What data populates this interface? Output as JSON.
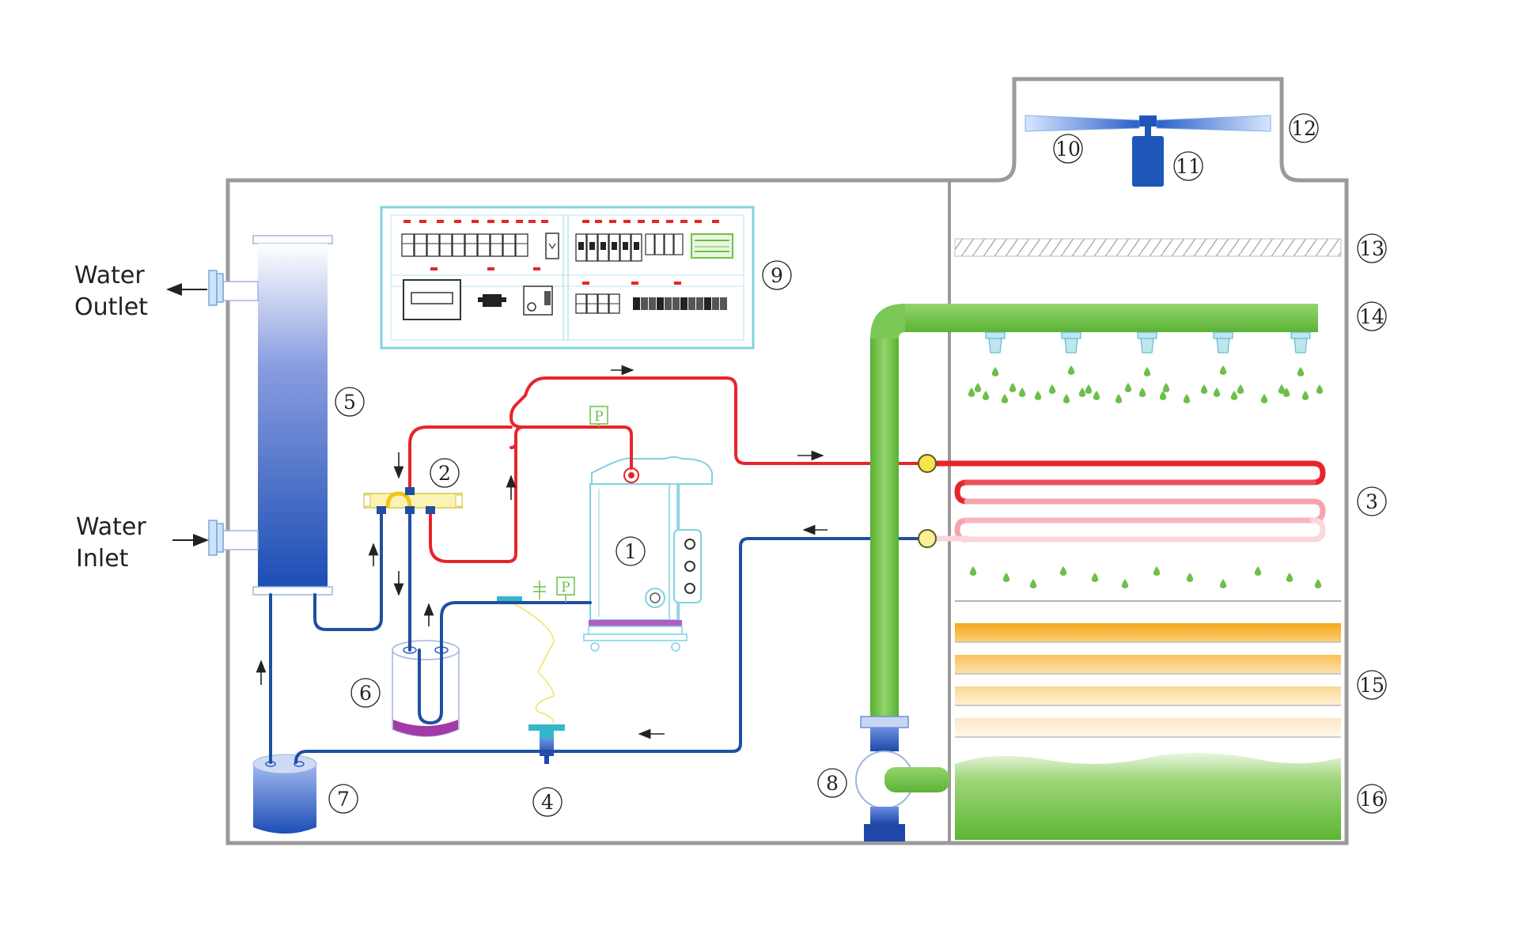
{
  "labels": {
    "water_outlet": [
      "Water",
      "Outlet"
    ],
    "water_inlet": [
      "Water",
      "Inlet"
    ],
    "pressure_symbol": "P"
  },
  "components": [
    {
      "id": "n1",
      "number": "1"
    },
    {
      "id": "n2",
      "number": "2"
    },
    {
      "id": "n3",
      "number": "3"
    },
    {
      "id": "n4",
      "number": "4"
    },
    {
      "id": "n5",
      "number": "5"
    },
    {
      "id": "n6",
      "number": "6"
    },
    {
      "id": "n7",
      "number": "7"
    },
    {
      "id": "n8",
      "number": "8"
    },
    {
      "id": "n9",
      "number": "9"
    },
    {
      "id": "n10",
      "number": "10"
    },
    {
      "id": "n11",
      "number": "11"
    },
    {
      "id": "n12",
      "number": "12"
    },
    {
      "id": "n13",
      "number": "13"
    },
    {
      "id": "n14",
      "number": "14"
    },
    {
      "id": "n15",
      "number": "15"
    },
    {
      "id": "n16",
      "number": "16"
    }
  ],
  "colors": {
    "frame": "#9a9a9a",
    "hot_line": "#e8242b",
    "cold_line": "#1f4fa0",
    "spray_green": "#6cc04a",
    "fill_orange": "#f7b733",
    "water_blue": "#2b58c4",
    "panel_border": "#7fd3e0",
    "fan_blue": "#1e57b8"
  }
}
